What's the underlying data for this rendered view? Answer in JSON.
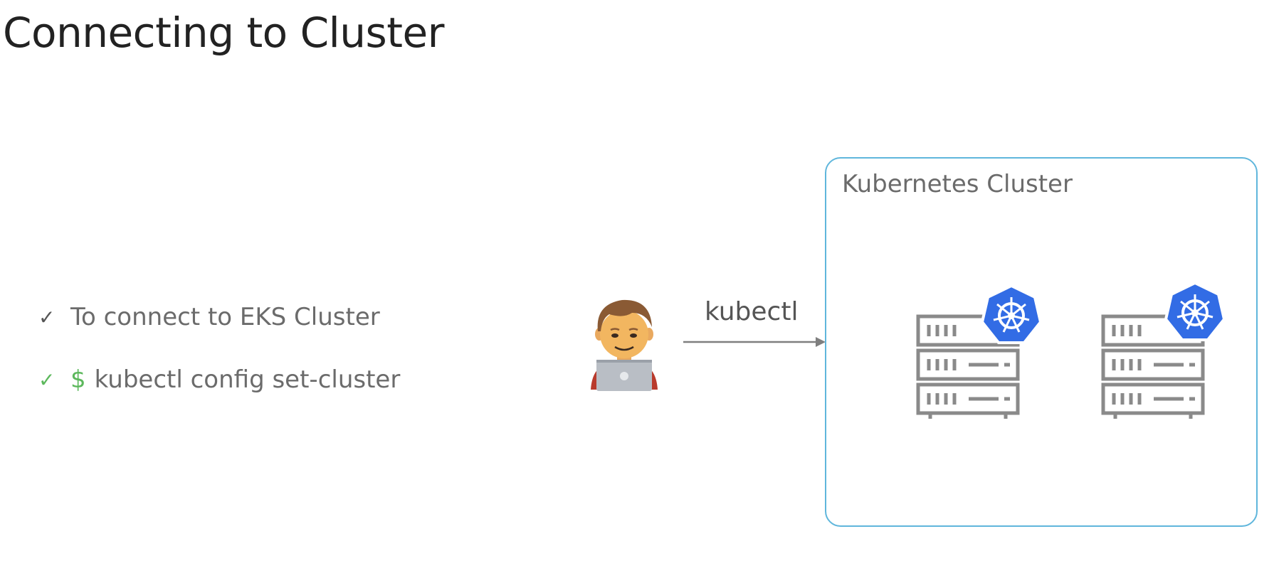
{
  "title": "Connecting to Cluster",
  "bullets": [
    {
      "icon": "check-icon",
      "text": "To connect to EKS Cluster"
    },
    {
      "icon": "check-icon",
      "prefix": "$",
      "text": "kubectl config set-cluster"
    }
  ],
  "arrow_label": "kubectl",
  "cluster": {
    "title": "Kubernetes Cluster",
    "nodes": [
      "server-node-1",
      "server-node-2"
    ]
  },
  "colors": {
    "accent_box": "#5fb6dc",
    "check_green": "#5cb85c",
    "kubernetes_blue": "#326ce5"
  }
}
